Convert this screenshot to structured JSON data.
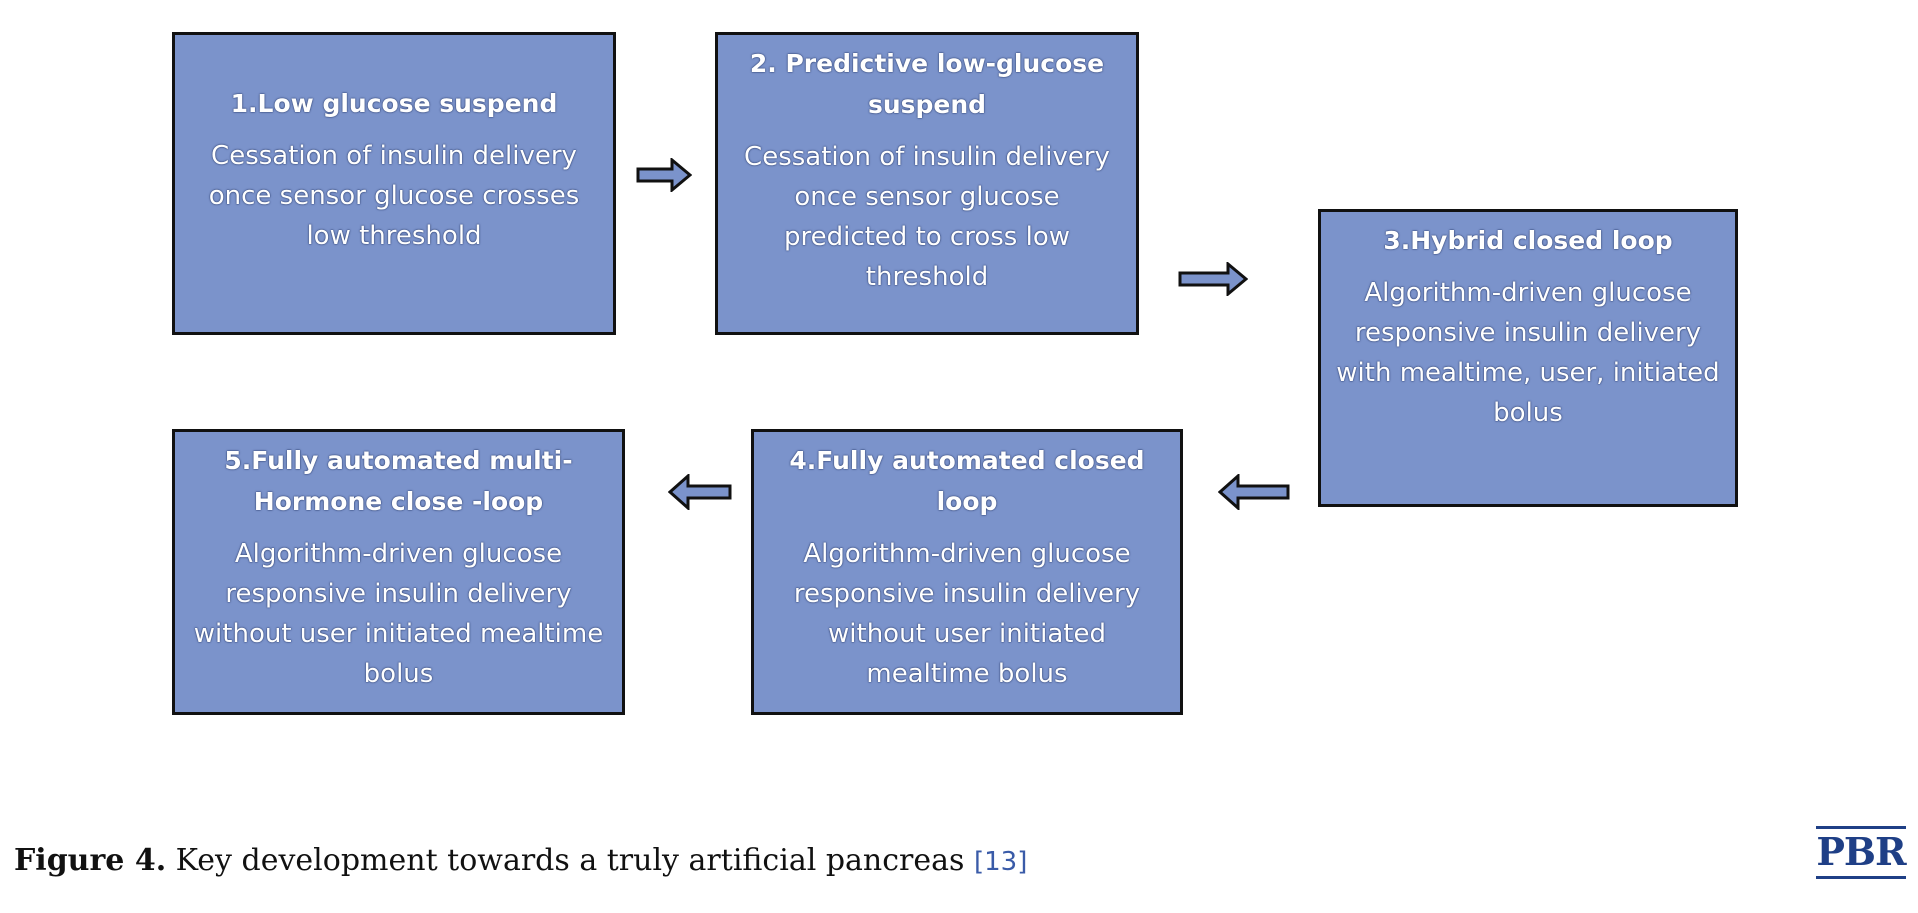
{
  "boxes": [
    {
      "title": "1.Low glucose suspend",
      "description": "Cessation of insulin delivery once sensor glucose crosses low threshold"
    },
    {
      "title": "2. Predictive low-glucose suspend",
      "description": "Cessation of insulin delivery once sensor glucose  predicted to cross low threshold"
    },
    {
      "title": "3.Hybrid closed loop",
      "description": "Algorithm-driven glucose responsive insulin delivery with mealtime, user, initiated bolus"
    },
    {
      "title": "4.Fully automated closed loop",
      "description": "Algorithm-driven glucose responsive insulin delivery without user initiated mealtime bolus"
    },
    {
      "title": "5.Fully automated multi-Hormone close -loop",
      "description": "Algorithm-driven glucose responsive insulin delivery without user initiated mealtime bolus"
    }
  ],
  "arrows": [
    {
      "from": "1",
      "to": "2",
      "direction": "right"
    },
    {
      "from": "2",
      "to": "3",
      "direction": "right"
    },
    {
      "from": "3",
      "to": "4",
      "direction": "left"
    },
    {
      "from": "4",
      "to": "5",
      "direction": "left"
    }
  ],
  "caption": {
    "label": "Figure 4.",
    "text": " Key development towards a truly artificial pancreas ",
    "reference": "[13]"
  },
  "logo": {
    "text": "PBR"
  },
  "colors": {
    "box_fill": "#7b93cb",
    "box_border": "#111111",
    "box_text": "#ffffff",
    "arrow_fill": "#7b93cb",
    "reference": "#3a5ba8",
    "logo": "#1f3f86"
  }
}
